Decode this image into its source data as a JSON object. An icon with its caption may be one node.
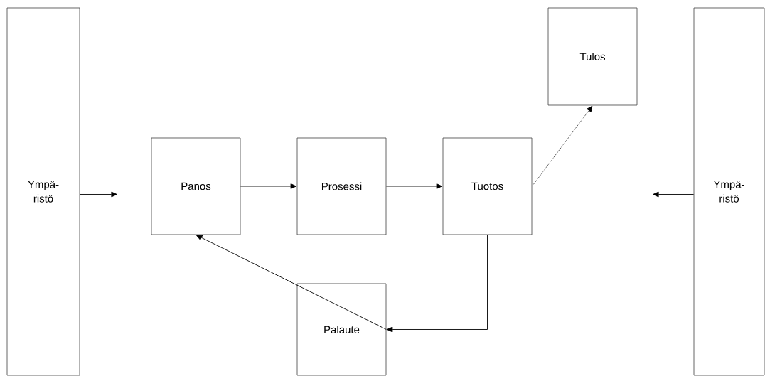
{
  "diagram": {
    "nodes": [
      {
        "text": [
          "Ympä- ristö"
        ]
      },
      {
        "text": [
          "Tulos"
        ]
      },
      {
        "text": [
          "Panos"
        ]
      },
      {
        "text": [
          "Prosessi"
        ]
      },
      {
        "text": [
          "Tuotos"
        ]
      },
      {
        "text": [
          "Palaute"
        ]
      },
      {
        "text": [
          "Ympä- ristö"
        ]
      }
    ],
    "edges": [
      {
        "from": 0,
        "to": null,
        "arrow": "to"
      },
      {
        "from": 2,
        "to": 3,
        "arrow": "to"
      },
      {
        "from": 3,
        "to": 4,
        "arrow": "to"
      },
      {
        "from": 4,
        "to": 1,
        "arrow": "to",
        "style": "dashed"
      },
      {
        "from": 4,
        "to": 5,
        "arrow": "to"
      },
      {
        "from": 5,
        "to": 2,
        "arrow": "to"
      },
      {
        "from": 6,
        "to": null,
        "arrow": "to"
      }
    ]
  }
}
